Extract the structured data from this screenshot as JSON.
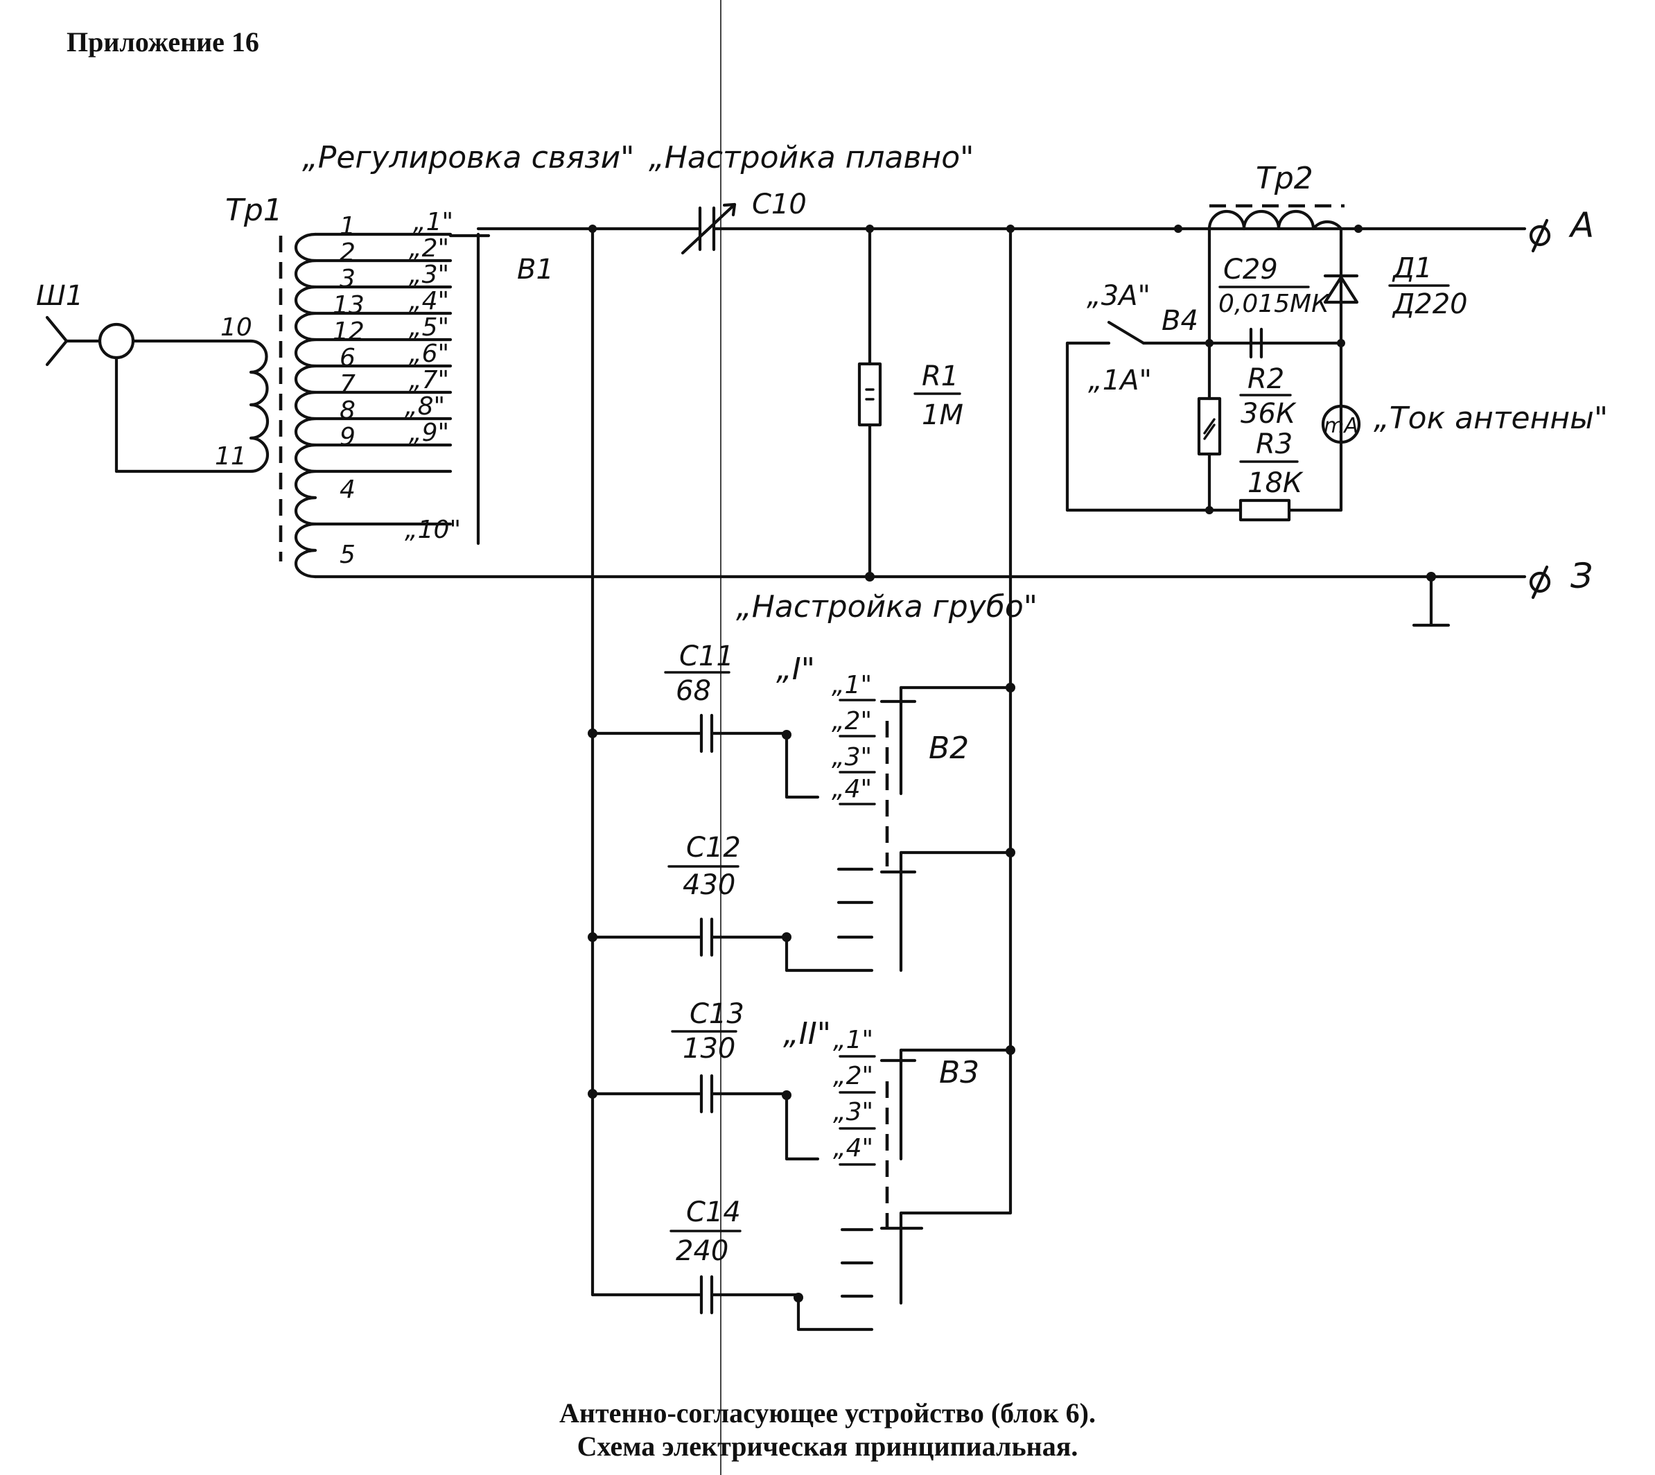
{
  "header": {
    "appendix": "Приложение 16"
  },
  "caption": {
    "line1": "Антенно-согласующее устройство (блок 6).",
    "line2": "Схема электрическая принципиальная."
  },
  "labels": {
    "coupling": "„Регулировка связи\"",
    "fine_tuning": "„Настройка плавно\"",
    "coarse_tuning": "„Настройка грубо\"",
    "antenna_current": "„Ток антенны\""
  },
  "components": {
    "tr1": "Тр1",
    "tr2": "Тр2",
    "sh1": "Ш1",
    "c10": "С10",
    "b1": "В1",
    "b2": "В2",
    "b3": "В3",
    "b4": "В4",
    "r1": {
      "name": "R1",
      "value": "1М"
    },
    "r2": {
      "name": "R2",
      "value": "36К"
    },
    "r3": {
      "name": "R3",
      "value": "18К"
    },
    "c29": {
      "name": "С29",
      "value": "0,015МК"
    },
    "d1": {
      "name": "Д1",
      "value": "Д220"
    },
    "c11": {
      "name": "С11",
      "value": "68"
    },
    "c12": {
      "name": "С12",
      "value": "430"
    },
    "c13": {
      "name": "С13",
      "value": "130"
    },
    "c14": {
      "name": "С14",
      "value": "240"
    },
    "meter": "mA"
  },
  "tr1": {
    "primary_pins": [
      "10",
      "11"
    ],
    "tap_numbers": [
      "1",
      "2",
      "3",
      "13",
      "12",
      "6",
      "7",
      "8",
      "9",
      "4",
      "5"
    ],
    "b1_positions": [
      "„1\"",
      "„2\"",
      "„3\"",
      "„4\"",
      "„5\"",
      "„6\"",
      "„7\"",
      "„8\"",
      "„9\"",
      "„10\""
    ]
  },
  "b4": {
    "pos1": "„3А\"",
    "pos2": "„1А\""
  },
  "b2": {
    "group": "„I\"",
    "positions": [
      "„1\"",
      "„2\"",
      "„3\"",
      "„4\""
    ]
  },
  "b3": {
    "group": "„II\"",
    "positions": [
      "„1\"",
      "„2\"",
      "„3\"",
      "„4\""
    ]
  },
  "terminals": {
    "antenna": "А",
    "ground": "З"
  }
}
